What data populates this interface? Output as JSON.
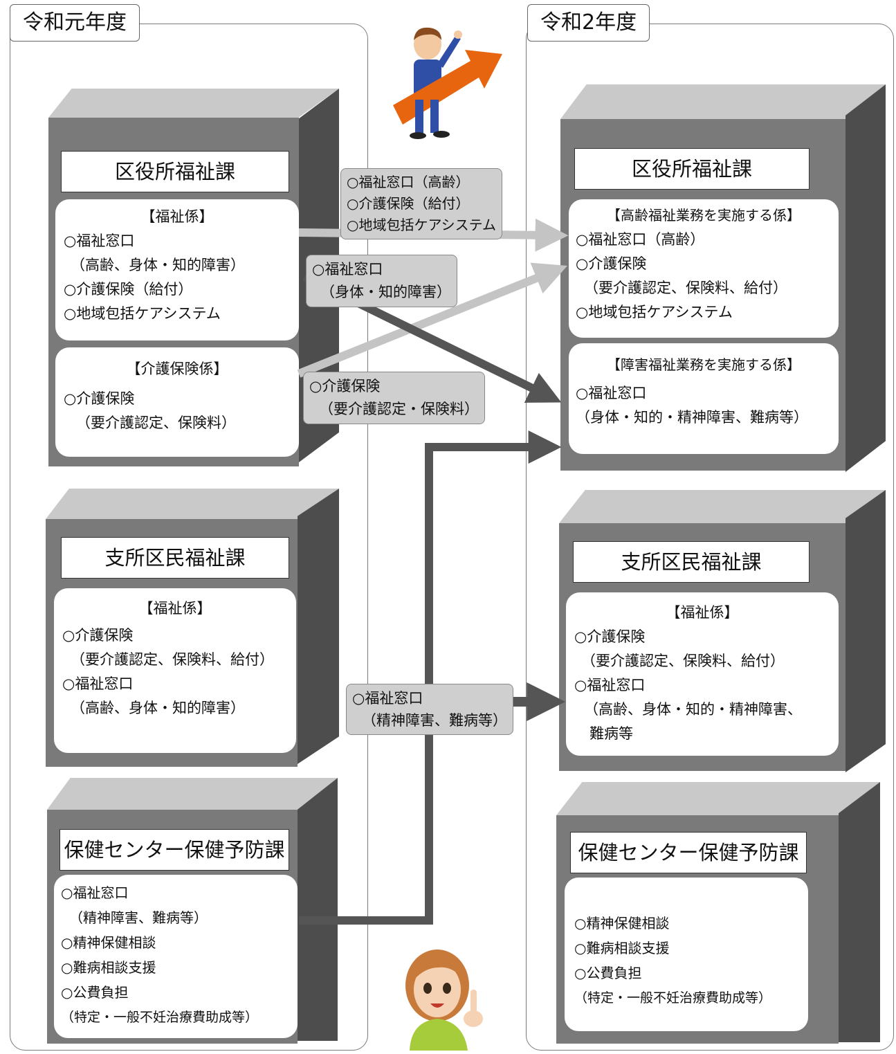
{
  "panels": {
    "left_label": "令和元年度",
    "right_label": "令和2年度"
  },
  "left": {
    "ward_office": {
      "title": "区役所福祉課",
      "welfare_section": {
        "header": "【福祉係】",
        "lines": [
          "○福祉窓口",
          "（高齢、身体・知的障害）",
          "○介護保険（給付）",
          "○地域包括ケアシステム"
        ]
      },
      "care_section": {
        "header": "【介護保険係】",
        "lines": [
          "○介護保険",
          "（要介護認定、保険料）"
        ]
      }
    },
    "branch_office": {
      "title": "支所区民福祉課",
      "section": {
        "header": "【福祉係】",
        "lines": [
          "○介護保険",
          "（要介護認定、保険料、給付）",
          "○福祉窓口",
          "（高齢、身体・知的障害）"
        ]
      }
    },
    "health_center": {
      "title": "保健センター保健予防課",
      "lines": [
        "○福祉窓口",
        "（精神障害、難病等）",
        "○精神保健相談",
        "○難病相談支援",
        "○公費負担",
        "（特定・一般不妊治療費助成等）"
      ]
    }
  },
  "right": {
    "ward_office": {
      "title": "区役所福祉課",
      "elderly_section": {
        "header": "【高齢福祉業務を実施する係】",
        "lines": [
          "○福祉窓口（高齢）",
          "○介護保険",
          "（要介護認定、保険料、給付）",
          "○地域包括ケアシステム"
        ]
      },
      "disability_section": {
        "header": "【障害福祉業務を実施する係】",
        "lines": [
          "○福祉窓口",
          "（身体・知的・精神障害、難病等）"
        ]
      }
    },
    "branch_office": {
      "title": "支所区民福祉課",
      "section": {
        "header": "【福祉係】",
        "lines": [
          "○介護保険",
          "（要介護認定、保険料、給付）",
          "○福祉窓口",
          "（高齢、身体・知的・精神障害、",
          "難病等"
        ]
      }
    },
    "health_center": {
      "title": "保健センター保健予防課",
      "lines": [
        "○精神保健相談",
        "○難病相談支援",
        "○公費負担",
        "（特定・一般不妊治療費助成等）"
      ]
    }
  },
  "transfers": {
    "elderly": [
      "○福祉窓口（高齢）",
      "○介護保険（給付）",
      "○地域包括ケアシステム"
    ],
    "disability": [
      "○福祉窓口",
      "（身体・知的障害）"
    ],
    "care": [
      "○介護保険",
      "（要介護認定・保険料）"
    ],
    "mental": [
      "○福祉窓口",
      "（精神障害、難病等）"
    ]
  },
  "colors": {
    "box_front": "#7a7a7a",
    "box_side": "#4d4d4d",
    "box_top": "#c9c9c9",
    "arrow_dark": "#555555",
    "arrow_light": "#c8c8c8",
    "orange_arrow": "#e8650f"
  },
  "icons": [
    "businessman-with-arrow-illustration",
    "pointing-woman-illustration"
  ]
}
